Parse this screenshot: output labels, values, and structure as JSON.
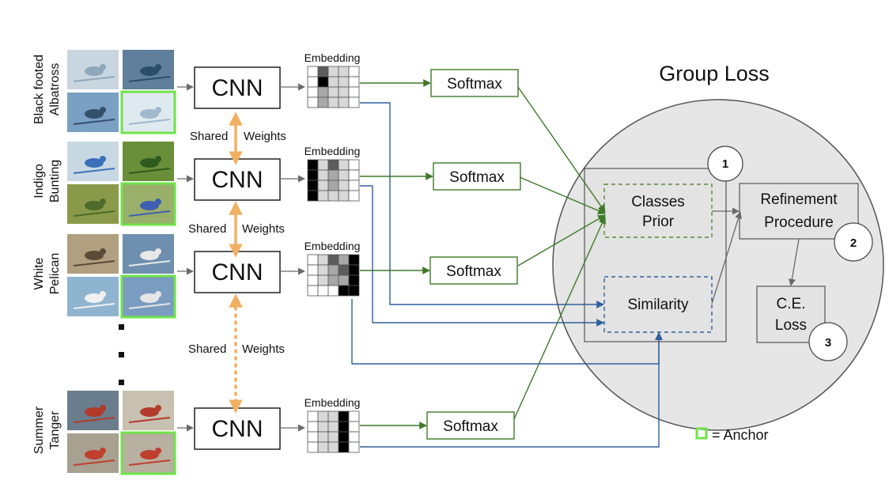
{
  "classes": [
    {
      "line1": "Black footed",
      "line2": "Albatross"
    },
    {
      "line1": "Indigo",
      "line2": "Bunting"
    },
    {
      "line1": "White",
      "line2": "Pelican"
    },
    {
      "line1": "Summer",
      "line2": "Tanger"
    }
  ],
  "cnn_label": "CNN",
  "embedding_label": "Embedding",
  "softmax_label": "Softmax",
  "shared_label": "Shared",
  "weights_label": "Weights",
  "group_loss_title": "Group Loss",
  "classes_prior": {
    "line1": "Classes",
    "line2": "Prior"
  },
  "similarity_label": "Similarity",
  "refinement": {
    "line1": "Refinement",
    "line2": "Procedure"
  },
  "ce_loss": {
    "line1": "C.E.",
    "line2": "Loss"
  },
  "step_numbers": [
    "1",
    "2",
    "3"
  ],
  "anchor_legend": "= Anchor",
  "colors": {
    "green_arrow": "#3e7a28",
    "blue_arrow": "#2f5f9c",
    "orange": "#f0b062",
    "anchor": "#6fe34a",
    "group_circle": "#e8e8e8"
  },
  "icons": [
    "bird-photo"
  ]
}
